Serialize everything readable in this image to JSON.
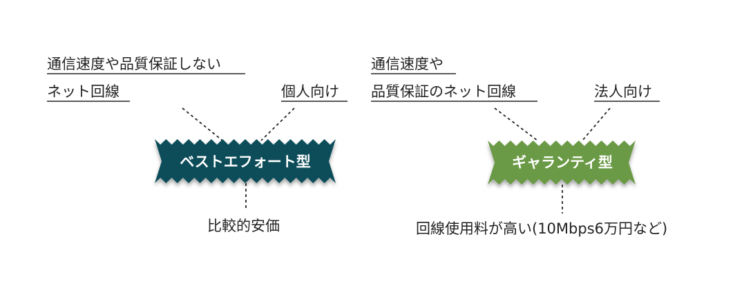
{
  "left": {
    "badge_label": "ベストエフォート型",
    "badge_color": "#0f4e5a",
    "top_left_note": [
      "通信速度や品質保証しない",
      "ネット回線"
    ],
    "top_right_note": "個人向け",
    "bottom_note": "比較的安価"
  },
  "right": {
    "badge_label": "ギャランティ型",
    "badge_color": "#6a9a44",
    "top_left_note": [
      "通信速度や",
      "品質保証のネット回線"
    ],
    "top_right_note": "法人向け",
    "bottom_note": "回線使用料が高い(10Mbps6万円など)"
  },
  "colors": {
    "text": "#222222",
    "line": "#222222"
  }
}
